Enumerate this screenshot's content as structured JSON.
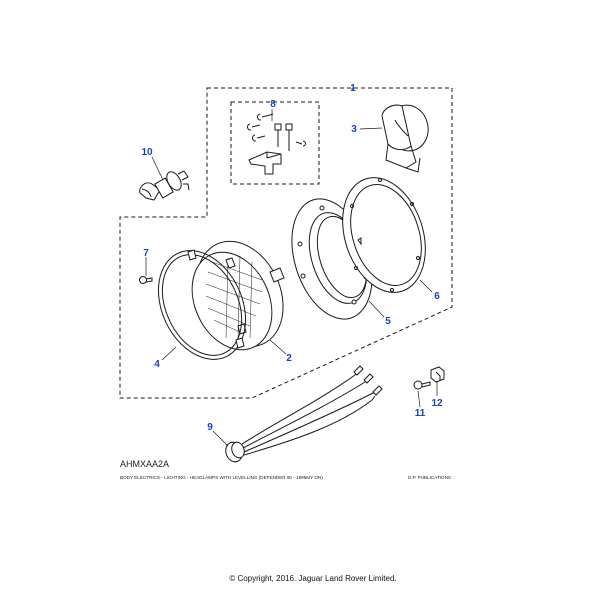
{
  "diagram": {
    "reference_code": "AHMXAA2A",
    "caption_left": "BODY ELECTRICS - LIGHTING - HEADLAMPS WITH LEVELLING  (DEFENDER 90 - 1995MY ON)",
    "caption_right": "D.P. PUBLICATIONS",
    "copyright": "© Copyright, 2016. Jaguar Land Rover Limited.",
    "callouts": [
      "1",
      "2",
      "3",
      "4",
      "5",
      "6",
      "7",
      "8",
      "9",
      "10",
      "11",
      "12"
    ],
    "callout_color": "#1a3fd0"
  }
}
